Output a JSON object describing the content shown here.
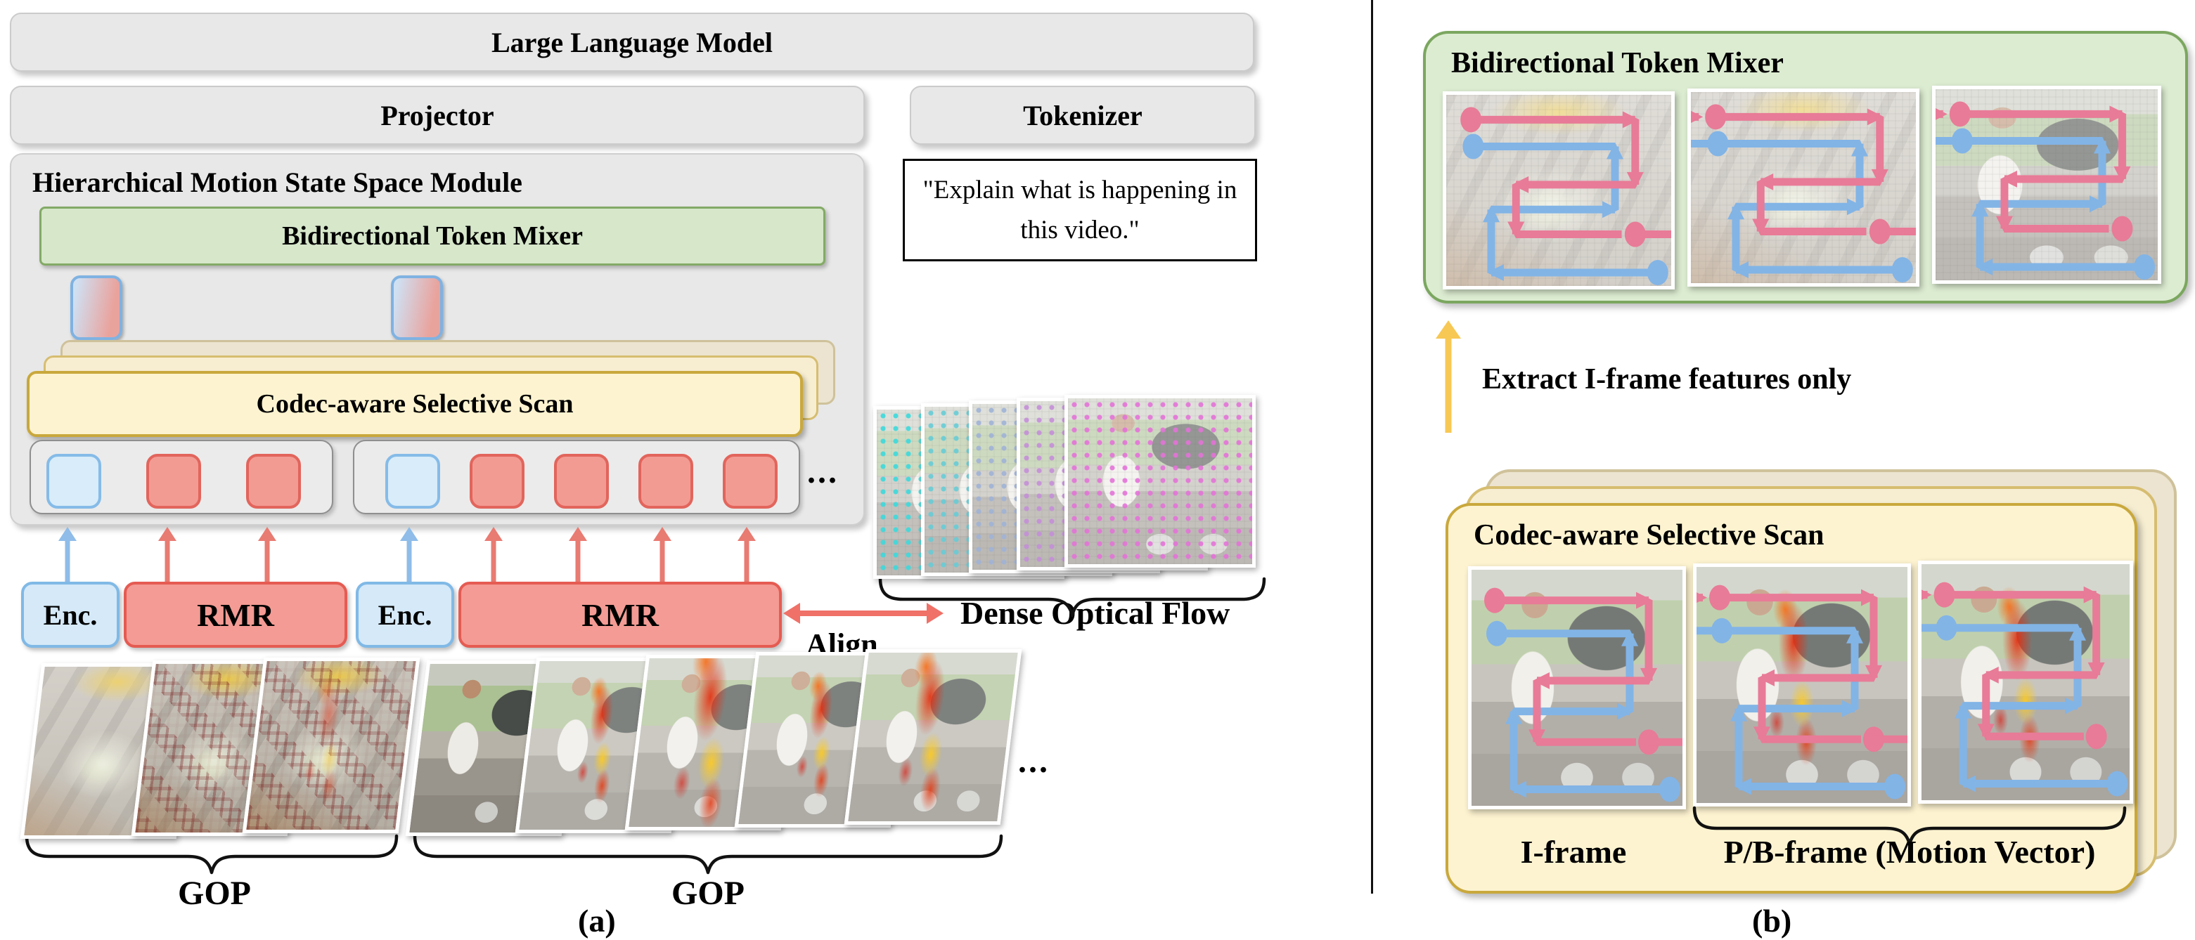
{
  "panel_a": {
    "llm_label": "Large Language Model",
    "projector_label": "Projector",
    "tokenizer_label": "Tokenizer",
    "prompt_text": "\"Explain what is happening in this video.\"",
    "module_title": "Hierarchical Motion State Space Module",
    "mixer_label": "Bidirectional Token Mixer",
    "scan_label": "Codec-aware Selective Scan",
    "token_ellipsis": "...",
    "encoder_labels": [
      "Enc.",
      "Enc."
    ],
    "rmr_labels": [
      "RMR",
      "RMR"
    ],
    "align_label": "Align",
    "optical_flow_label": "Dense Optical Flow",
    "gop_labels": [
      "GOP",
      "GOP"
    ],
    "frame_ellipsis": "...",
    "caption": "(a)"
  },
  "panel_b": {
    "mixer_title": "Bidirectional Token Mixer",
    "extract_label": "Extract I-frame features only",
    "scan_title": "Codec-aware Selective Scan",
    "iframe_label": "I-frame",
    "pb_frame_label": "P/B-frame (Motion Vector)",
    "caption": "(b)"
  },
  "colors": {
    "box_gray": "#e8e8e8",
    "green_fill": "#d6e7ca",
    "green_border": "#83aa66",
    "yellow_fill": "#fdf3d0",
    "yellow_border": "#c9a83c",
    "token_blue_fill": "#d8ecf9",
    "token_blue_border": "#85bbe8",
    "token_red_fill": "#f29b93",
    "token_red_border": "#e2655c",
    "arrow_blue": "#8fbce9",
    "arrow_red": "#e87b72",
    "align_arrow": "#ef7168",
    "scan_pink": "#e87b97",
    "scan_blue": "#82b4e6",
    "extract_arrow": "#f7c854"
  }
}
